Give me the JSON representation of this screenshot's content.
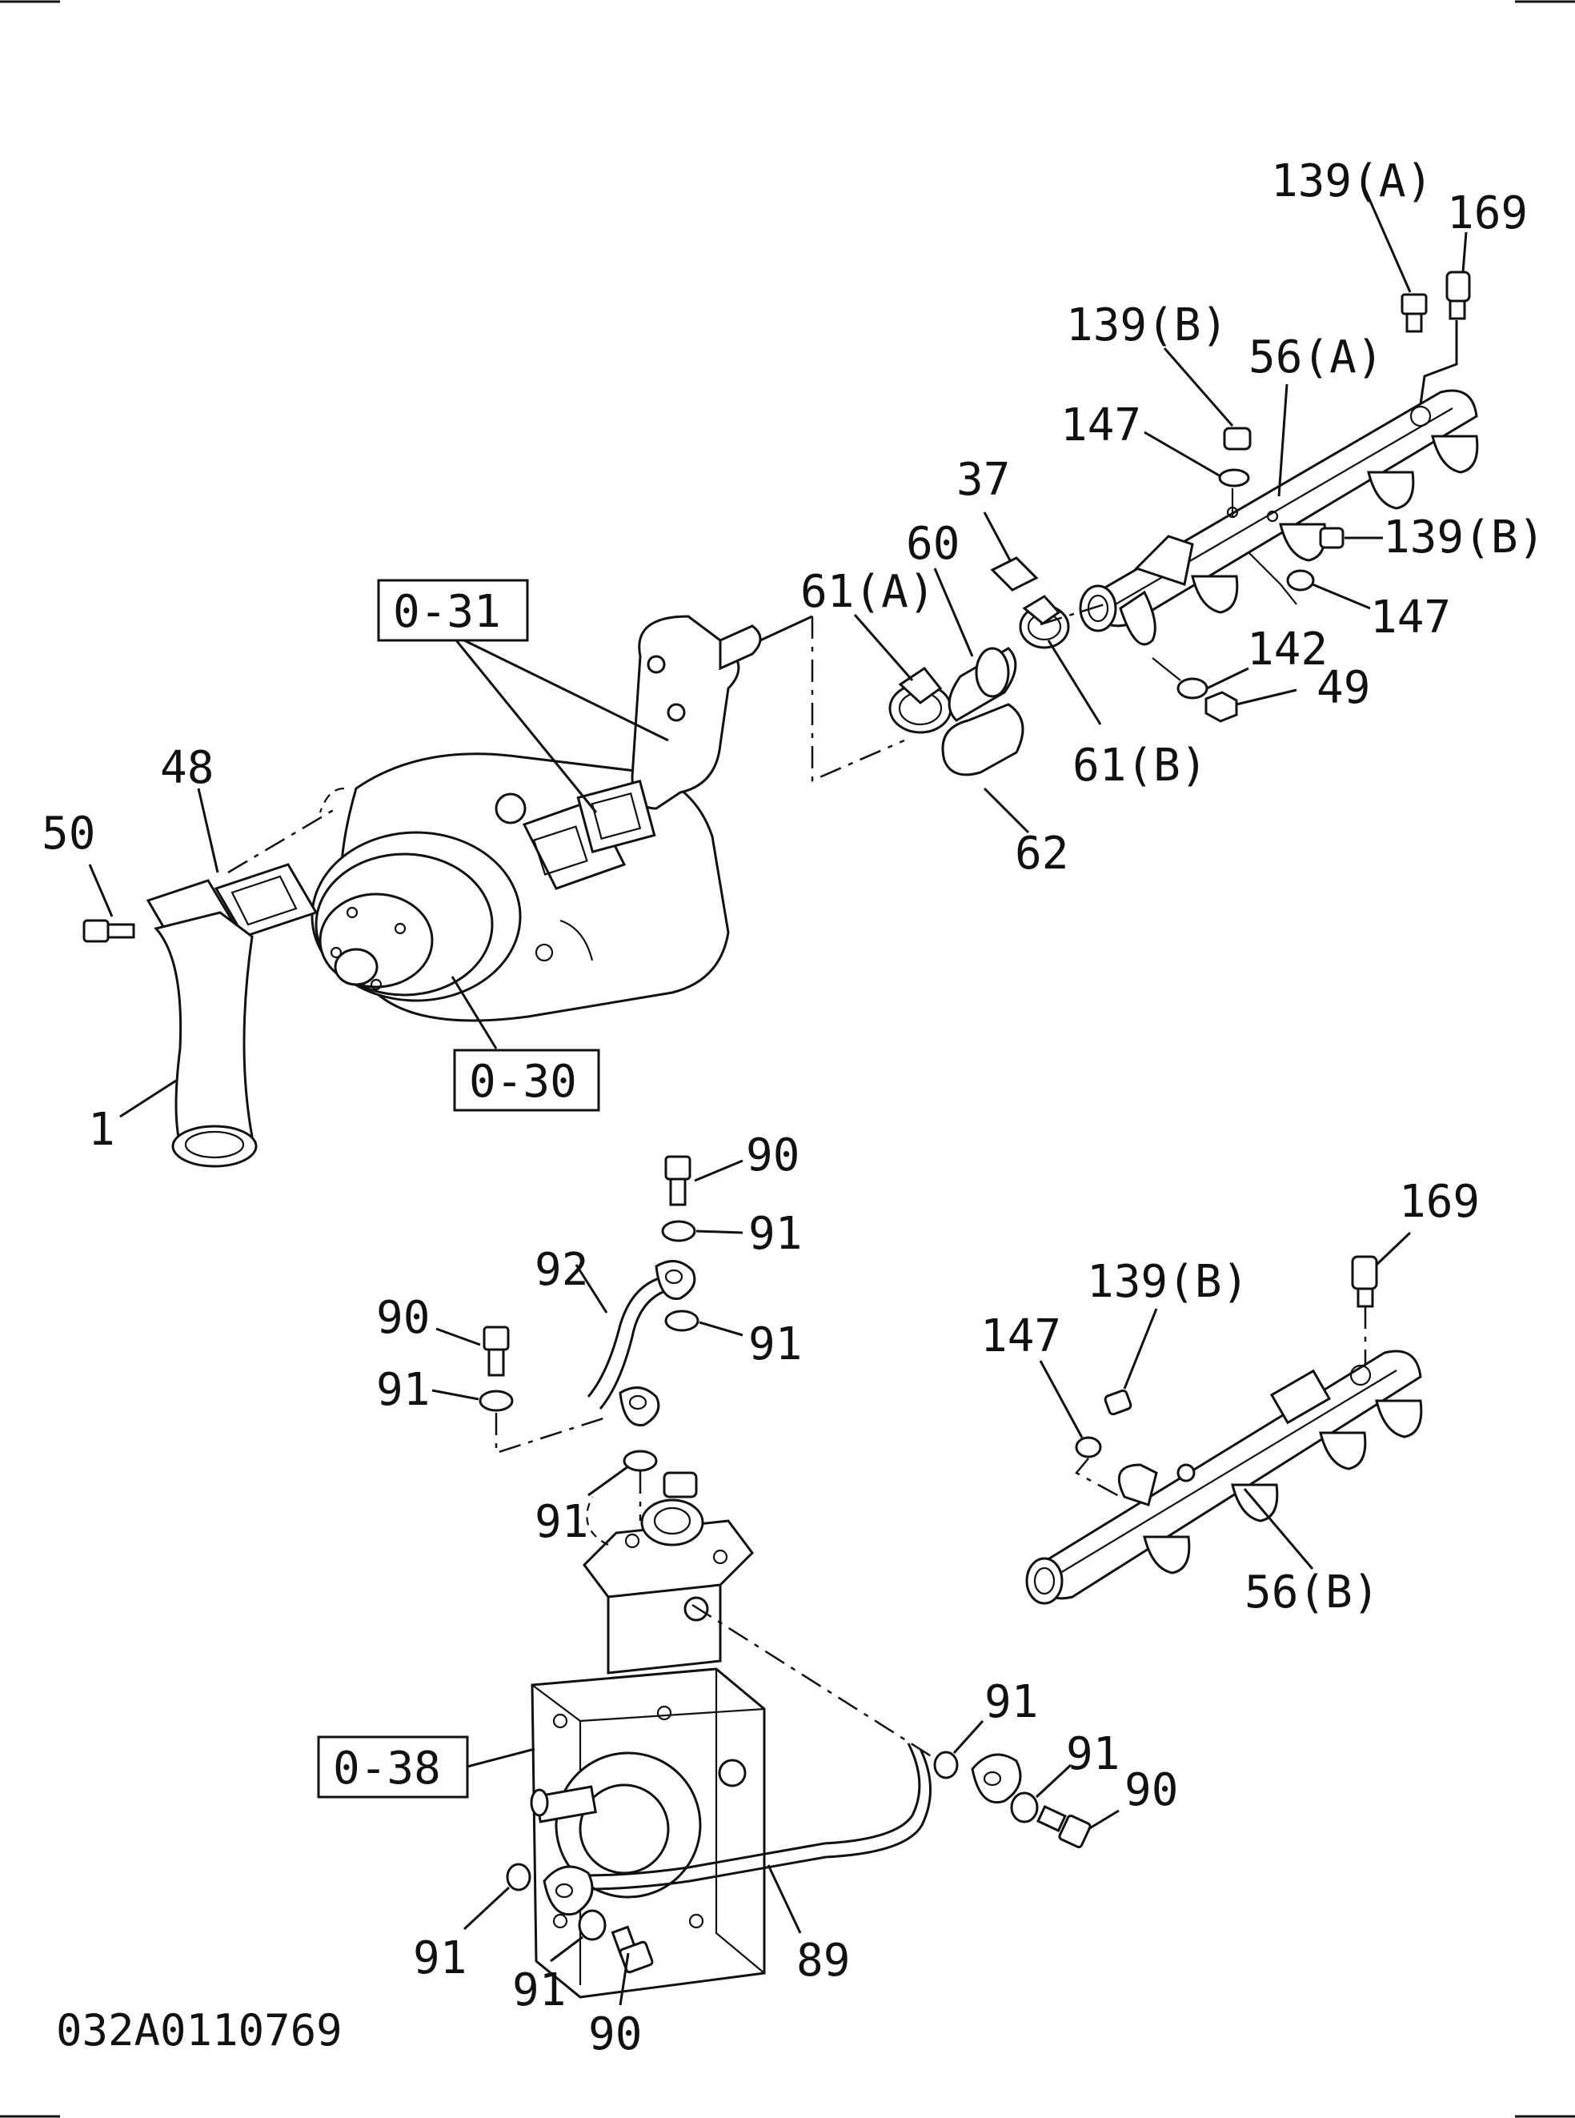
{
  "drawing_code": "032A0110769",
  "refs": {
    "r031": "0-31",
    "r030": "0-30",
    "r038": "0-38"
  },
  "labels": {
    "l139A": "139(A)",
    "l169a": "169",
    "l139Ba": "139(B)",
    "l56A": "56(A)",
    "l147a": "147",
    "l37": "37",
    "l139Bb": "139(B)",
    "l60": "60",
    "l61A": "61(A)",
    "l147b": "147",
    "l142": "142",
    "l49": "49",
    "l61B": "61(B)",
    "l62": "62",
    "l48": "48",
    "l50": "50",
    "l1": "1",
    "l90a": "90",
    "l91a": "91",
    "l92": "92",
    "l91b": "91",
    "l90b": "90",
    "l91c": "91",
    "l91d": "91",
    "l169b": "169",
    "l139Bc": "139(B)",
    "l147c": "147",
    "l56B": "56(B)",
    "l91e": "91",
    "l91f": "91",
    "l90c": "90",
    "l89": "89",
    "l91g": "91",
    "l91h": "91",
    "l90d": "90"
  }
}
